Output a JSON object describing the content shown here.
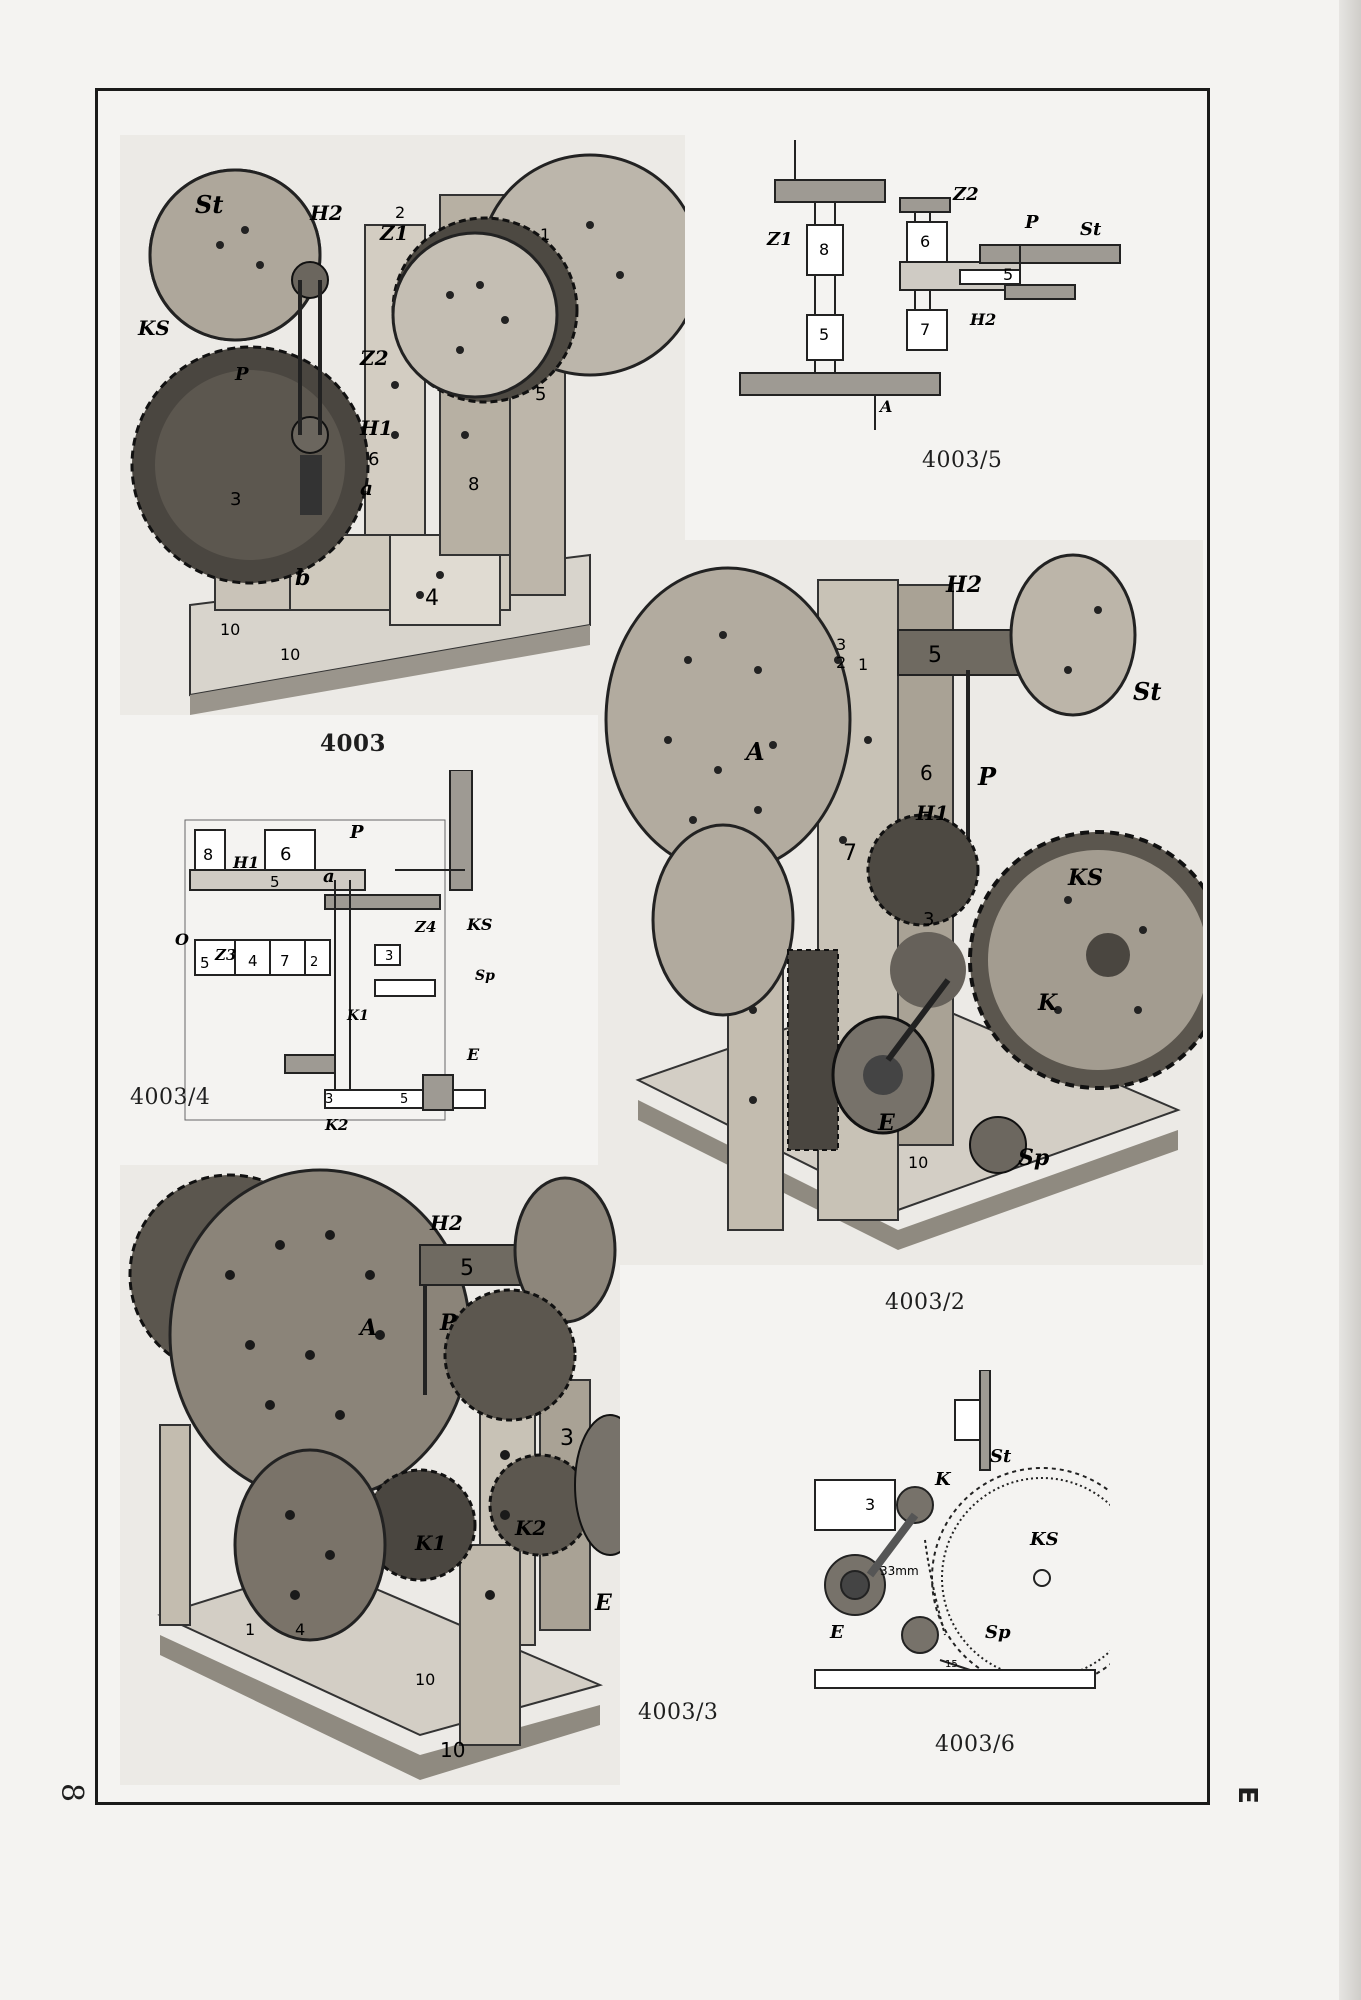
{
  "page": {
    "page_number": "8",
    "margin_mark": "E"
  },
  "figures": {
    "fig_4003": {
      "caption": "4003",
      "labels": [
        "St",
        "H2",
        "Z1",
        "Z2",
        "KS",
        "P",
        "H1",
        "a",
        "b",
        "6",
        "8",
        "3",
        "4",
        "5",
        "2",
        "1",
        "10",
        "10"
      ]
    },
    "fig_4003_5": {
      "caption": "4003/5",
      "labels": [
        "Z2",
        "P",
        "St",
        "Z1",
        "8",
        "6",
        "5",
        "H2",
        "5",
        "7",
        "A"
      ]
    },
    "fig_4003_4": {
      "caption": "4003/4",
      "labels": [
        "P",
        "8",
        "H1",
        "6",
        "a",
        "5",
        "O",
        "Z4",
        "KS",
        "Z3",
        "5",
        "4",
        "7",
        "2",
        "3",
        "Sp",
        "K1",
        "E",
        "3",
        "5",
        "K2"
      ]
    },
    "fig_4003_2": {
      "caption": "4003/2",
      "labels": [
        "H2",
        "St",
        "3",
        "2",
        "1",
        "5",
        "A",
        "P",
        "6",
        "H1",
        "7",
        "KS",
        "3",
        "K",
        "E",
        "10",
        "Sp"
      ]
    },
    "fig_4003_3": {
      "caption": "4003/3",
      "labels": [
        "H2",
        "5",
        "A",
        "P",
        "3",
        "K1",
        "K2",
        "E",
        "4",
        "1",
        "10",
        "10"
      ]
    },
    "fig_4003_6": {
      "caption": "4003/6",
      "labels": [
        "St",
        "K",
        "3",
        "KS",
        "33mm",
        "E",
        "Sp",
        "15"
      ]
    }
  }
}
